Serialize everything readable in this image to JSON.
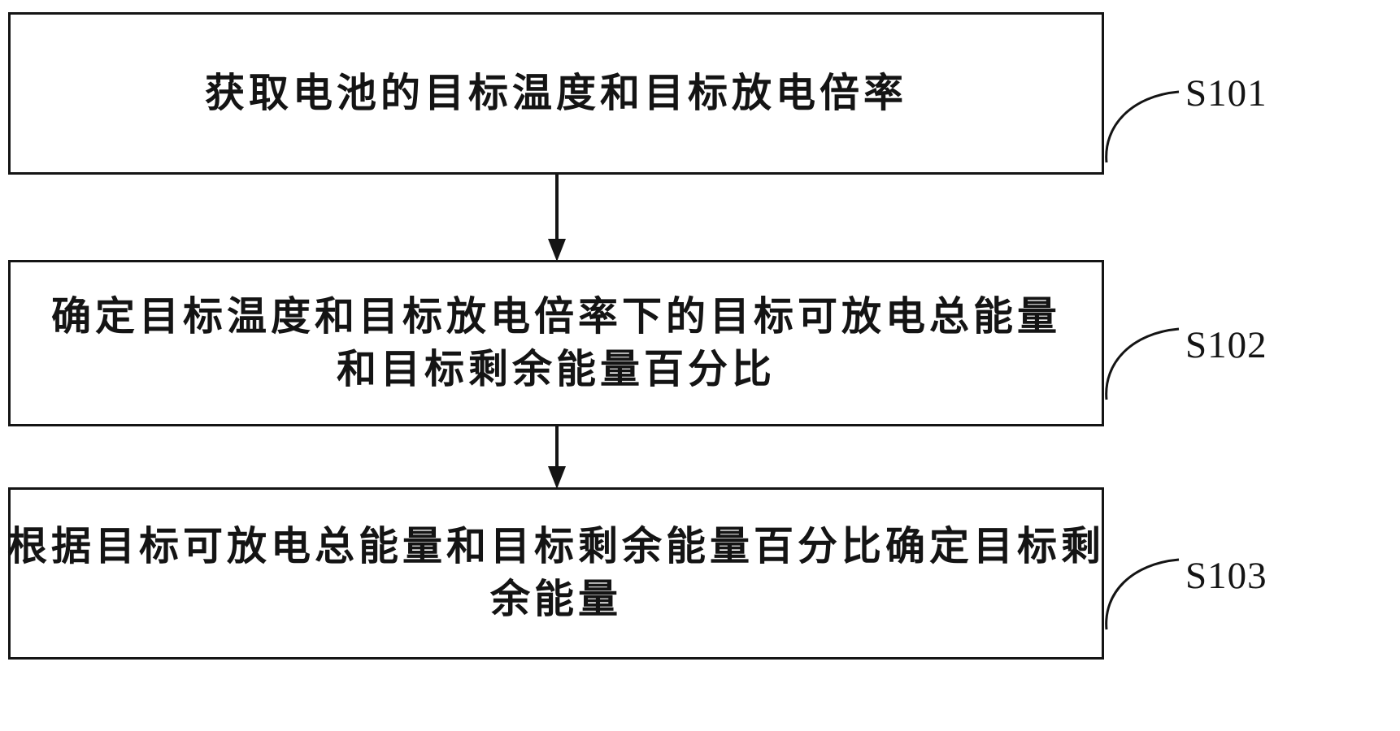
{
  "diagram": {
    "title": "battery-target-remaining-energy-flowchart",
    "colors": {
      "background": "#ffffff",
      "stroke": "#141414",
      "text": "#141414"
    },
    "boxes": [
      {
        "lines": [
          "获取电池的目标温度和目标放电倍率"
        ],
        "label": "S101"
      },
      {
        "lines": [
          "确定目标温度和目标放电倍率下的目标可放电总能量",
          "和目标剩余能量百分比"
        ],
        "label": "S102"
      },
      {
        "lines": [
          "根据目标可放电总能量和目标剩余能量百分比确定目标剩",
          "余能量"
        ],
        "label": "S103"
      }
    ]
  }
}
